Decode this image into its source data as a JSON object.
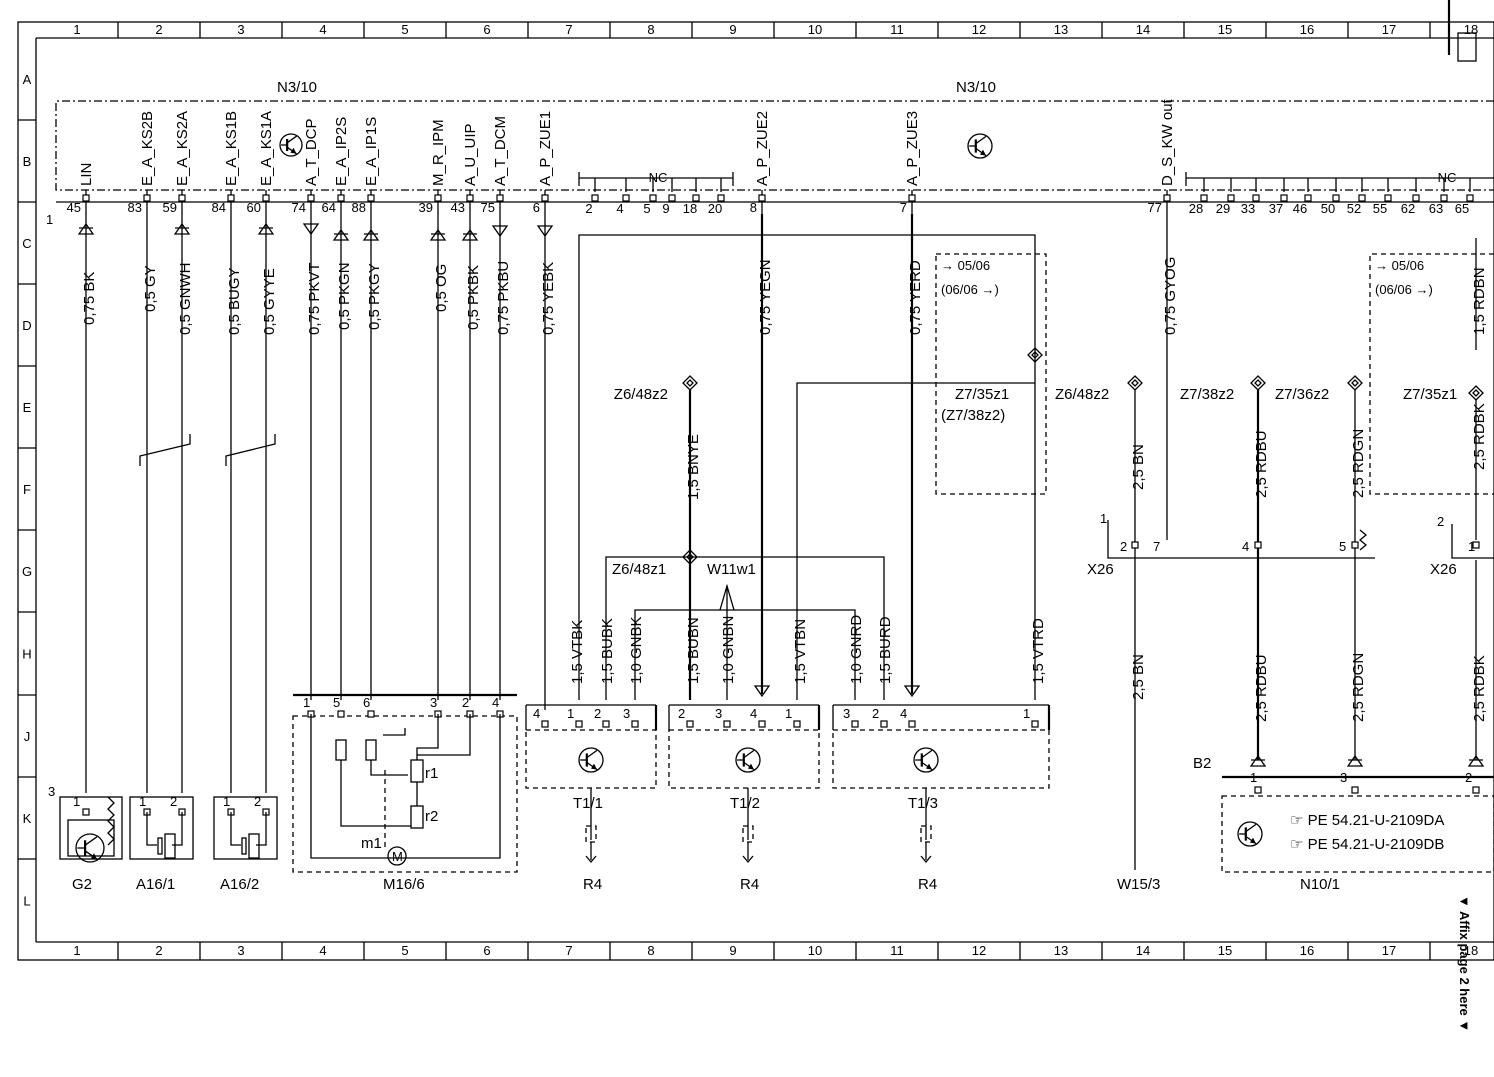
{
  "border": {
    "columns": [
      "1",
      "2",
      "3",
      "4",
      "5",
      "6",
      "7",
      "8",
      "9",
      "10",
      "11",
      "12",
      "13",
      "14",
      "15",
      "16",
      "17",
      "18"
    ],
    "rows": [
      "A",
      "B",
      "C",
      "D",
      "E",
      "F",
      "G",
      "H",
      "J",
      "K",
      "L"
    ],
    "side_note": "▼ Affix page 2 here ▼"
  },
  "ecu": {
    "name_left": "N3/10",
    "name_right": "N3/10",
    "connector": "1",
    "nc_label_1": "NC",
    "nc_label_2": "NC",
    "signals": [
      {
        "name": "LIN",
        "pin": "45"
      },
      {
        "name": "E_A_KS2B",
        "pin": "83"
      },
      {
        "name": "E_A_KS2A",
        "pin": "59"
      },
      {
        "name": "E_A_KS1B",
        "pin": "84"
      },
      {
        "name": "E_A_KS1A",
        "pin": "60"
      },
      {
        "name": "A_T_DCP",
        "pin": "74"
      },
      {
        "name": "E_A_IP2S",
        "pin": "64"
      },
      {
        "name": "E_A_IP1S",
        "pin": "88"
      },
      {
        "name": "M_R_IPM",
        "pin": "39"
      },
      {
        "name": "A_U_UIP",
        "pin": "43"
      },
      {
        "name": "A_T_DCM",
        "pin": "75"
      },
      {
        "name": "A_P_ZUE1",
        "pin": "6"
      },
      {
        "name": "A_P_ZUE2",
        "pin": "8"
      },
      {
        "name": "A_P_ZUE3",
        "pin": "7"
      },
      {
        "name": "D_S_KW out",
        "pin": "77"
      }
    ],
    "nc_pins_1": [
      "2",
      "4",
      "5",
      "9",
      "18",
      "20"
    ],
    "nc_pins_2": [
      "28",
      "29",
      "33",
      "37",
      "46",
      "50",
      "52",
      "55",
      "62",
      "63",
      "65"
    ]
  },
  "wires": [
    "0,75 BK",
    "0,5 GY",
    "0,5 GNWH",
    "0,5 BUGY",
    "0,5 GYYE",
    "0,75 PKVT",
    "0,5 PKGN",
    "0,5 PKGY",
    "0,5 OG",
    "0,5 PKBK",
    "0,75 PKBU",
    "0,75 YEBK",
    "0,75 YEGN",
    "0,75 YERD",
    "0,75 GYOG",
    "1,5 RDBN",
    "1,5 BNYE",
    "1,5 VTBK",
    "1,5 BUBK",
    "1,0 GNBK",
    "1,5 BUBN",
    "1,0 GNBN",
    "1,5 VTBN",
    "1,0 GNRD",
    "1,5 BURD",
    "1,5 VTRD",
    "2,5 BN",
    "2,5 RDBU",
    "2,5 RDGN",
    "2,5 RDBK"
  ],
  "splices": {
    "z6_48z2_a": "Z6/48z2",
    "z6_48z1": "Z6/48z1",
    "w11w1": "W11w1",
    "z7_35z1_a": "Z7/35z1",
    "z7_38z2_paren": "(Z7/38z2)",
    "z6_48z2_b": "Z6/48z2",
    "z7_38z2": "Z7/38z2",
    "z7_36z2": "Z7/36z2",
    "z7_35z1_b": "Z7/35z1",
    "ref_a": "05/06",
    "ref_b": "(06/06",
    "ref_c": "05/06",
    "ref_d": "(06/06"
  },
  "components": {
    "g2": "G2",
    "a16_1": "A16/1",
    "a16_2": "A16/2",
    "m16_6": "M16/6",
    "m1": "m1",
    "r1": "r1",
    "r2": "r2",
    "motor": "M",
    "t1_1": "T1/1",
    "t1_2": "T1/2",
    "t1_3": "T1/3",
    "r4": "R4",
    "x26": "X26",
    "w15_3": "W15/3",
    "b2": "B2",
    "n10_1": "N10/1",
    "pe1": "PE 54.21-U-2109DA",
    "pe2": "PE 54.21-U-2109DB"
  },
  "pin_labels": {
    "g2": [
      "3",
      "1",
      "2"
    ],
    "a16_1": [
      "1",
      "2"
    ],
    "a16_2": [
      "1",
      "2"
    ],
    "m16": [
      "1",
      "5",
      "6",
      "3",
      "2",
      "4"
    ],
    "t11": [
      "4",
      "1",
      "2",
      "3"
    ],
    "t12": [
      "2",
      "3",
      "4",
      "1"
    ],
    "t13": [
      "3",
      "2",
      "4",
      "1"
    ],
    "x26a": [
      "1",
      "2",
      "7",
      "4",
      "5"
    ],
    "x26b": [
      "2",
      "1"
    ],
    "b2": [
      "1",
      "3",
      "2"
    ]
  }
}
